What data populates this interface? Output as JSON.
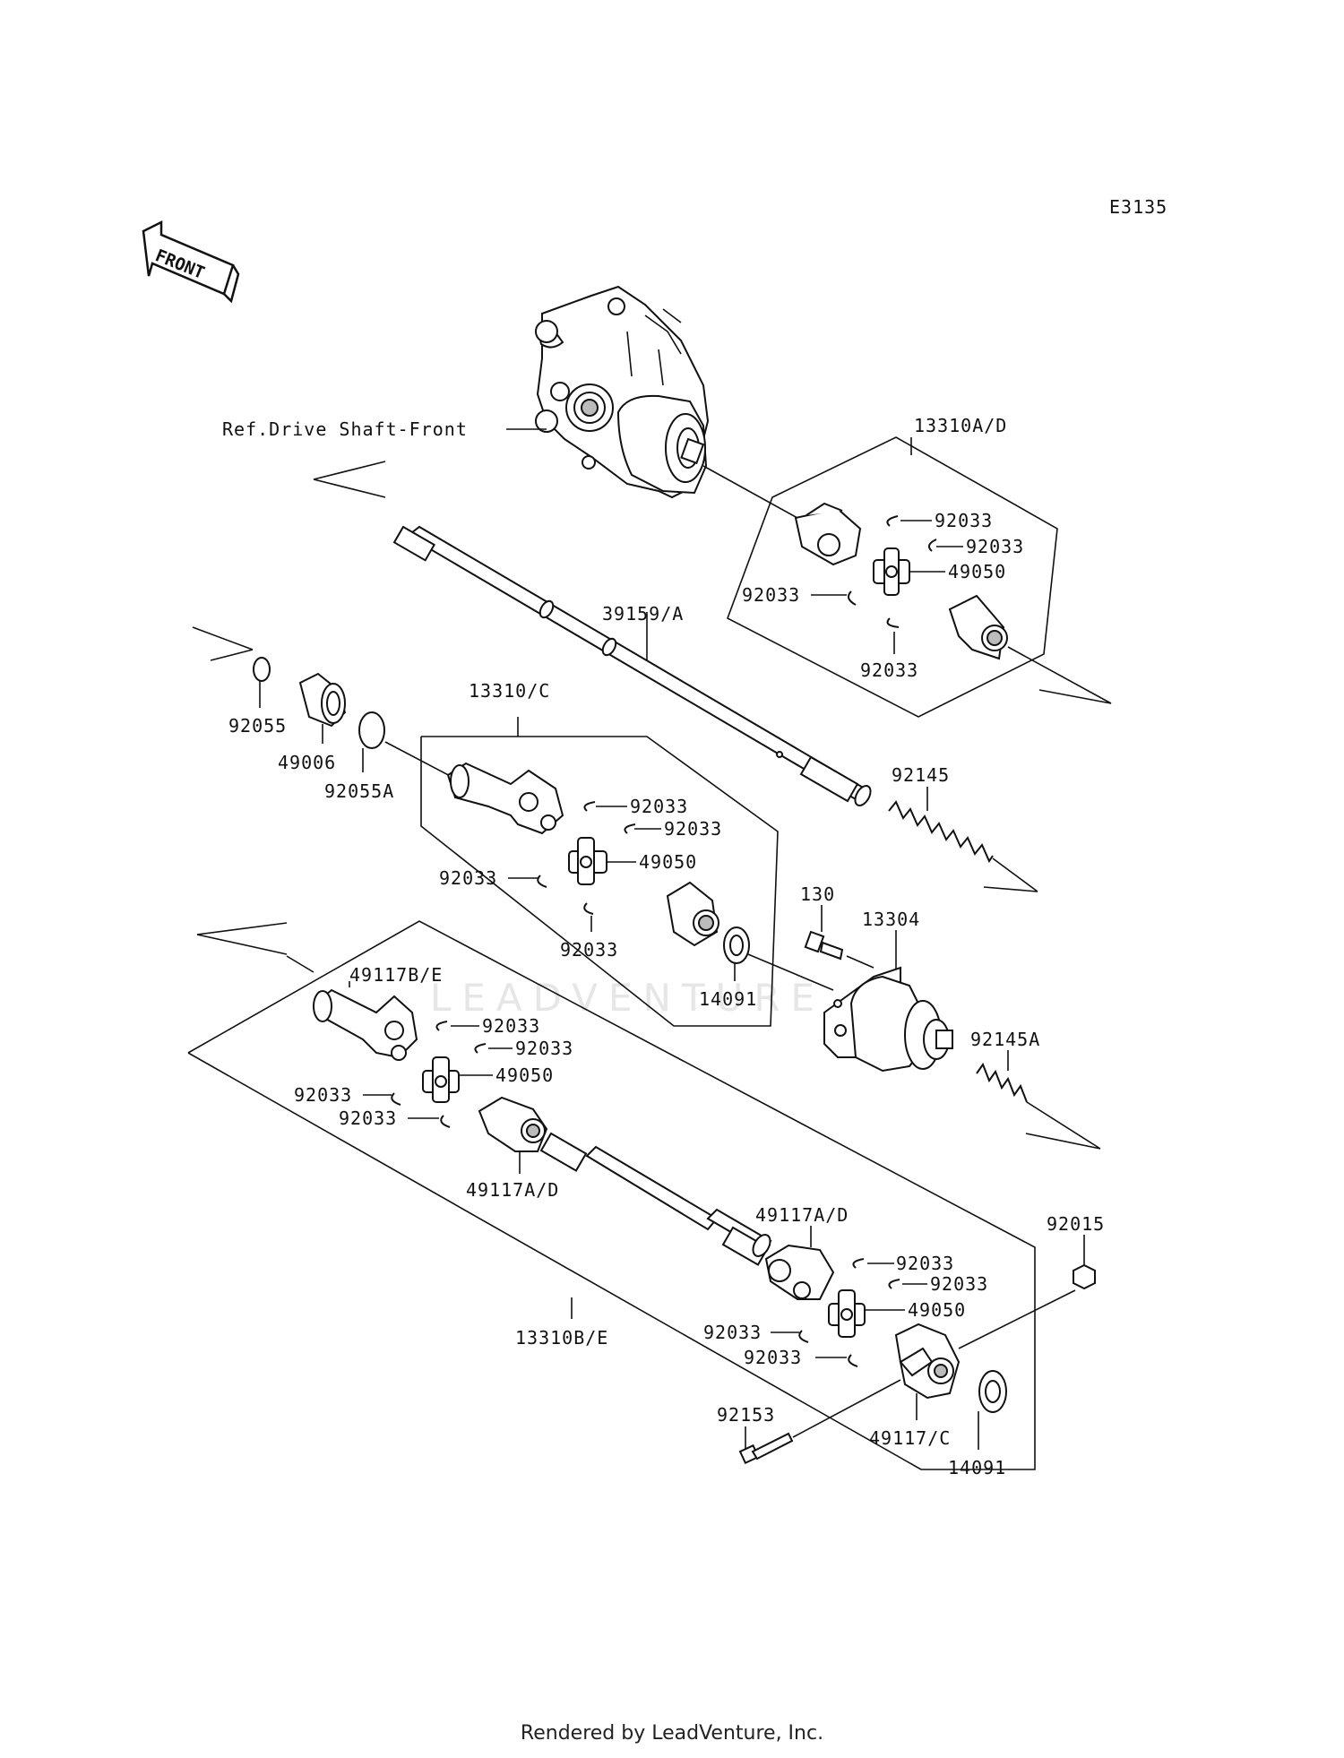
{
  "diagram_code": "E3135",
  "front_label": "FRONT",
  "watermark": "LEADVENTURE",
  "footer": "Rendered by LeadVenture, Inc.",
  "labels": {
    "ref_drive_shaft_front": "Ref.Drive Shaft-Front",
    "p13310AD": "13310A/D",
    "p92033_a1": "92033",
    "p92033_a2": "92033",
    "p49050_a": "49050",
    "p92033_a3": "92033",
    "p92033_a4": "92033",
    "p39159A": "39159/A",
    "p92055": "92055",
    "p49006": "49006",
    "p92055A": "92055A",
    "p13310C": "13310/C",
    "p92033_c1": "92033",
    "p92033_c2": "92033",
    "p49050_c": "49050",
    "p92033_c3": "92033",
    "p92033_c4": "92033",
    "p14091_c": "14091",
    "p92145": "92145",
    "p130": "130",
    "p13304": "13304",
    "p92145A": "92145A",
    "p49117BE": "49117B/E",
    "p92033_b1": "92033",
    "p92033_b2": "92033",
    "p49050_b": "49050",
    "p92033_b3": "92033",
    "p92033_b4": "92033",
    "p49117AD_1": "49117A/D",
    "p49117AD_2": "49117A/D",
    "p92033_d1": "92033",
    "p92033_d2": "92033",
    "p49050_d": "49050",
    "p92033_d3": "92033",
    "p92033_d4": "92033",
    "p92015": "92015",
    "p13310BE": "13310B/E",
    "p92153": "92153",
    "p49117C": "49117/C",
    "p14091_d": "14091"
  }
}
